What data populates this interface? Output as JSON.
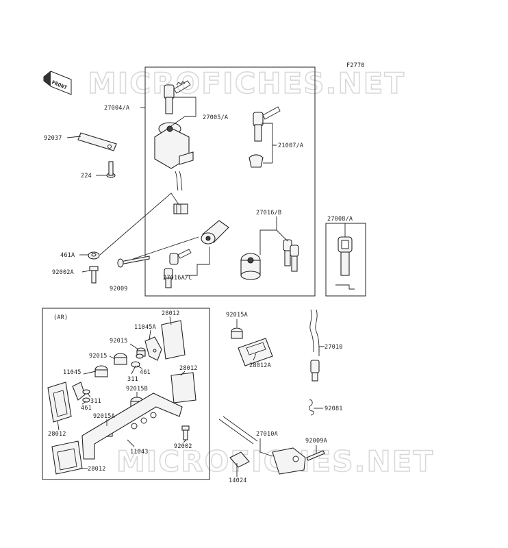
{
  "figure_id": "F2770",
  "watermark": "MICROFICHES.NET",
  "front_label": "FRONT",
  "region_label": "(AR)",
  "part_labels": {
    "p27004A": "27004/A",
    "p92037": "92037",
    "p224": "224",
    "p461A": "461A",
    "p92002A": "92002A",
    "p92009": "92009",
    "p27005A": "27005/A",
    "p21007A": "21007/A",
    "p27016B": "27016/B",
    "p27016AC": "27016A/C",
    "p27008A": "27008/A",
    "p28012_top": "28012",
    "p11045A": "11045A",
    "p92015_a": "92015",
    "p92015_b": "92015",
    "p461_a": "461",
    "p311_a": "311",
    "p11045": "11045",
    "p311_b": "311",
    "p461_b": "461",
    "p28012_mid": "28012",
    "p92015B": "92015B",
    "p92015A_inner": "92015A",
    "p28012_left": "28012",
    "p11043": "11043",
    "p92002": "92002",
    "p28012_bot": "28012",
    "p92015A_outer": "92015A",
    "p28012A": "28012A",
    "p27010": "27010",
    "p92081": "92081",
    "p27010A": "27010A",
    "p92009A": "92009A",
    "p14024": "14024"
  }
}
